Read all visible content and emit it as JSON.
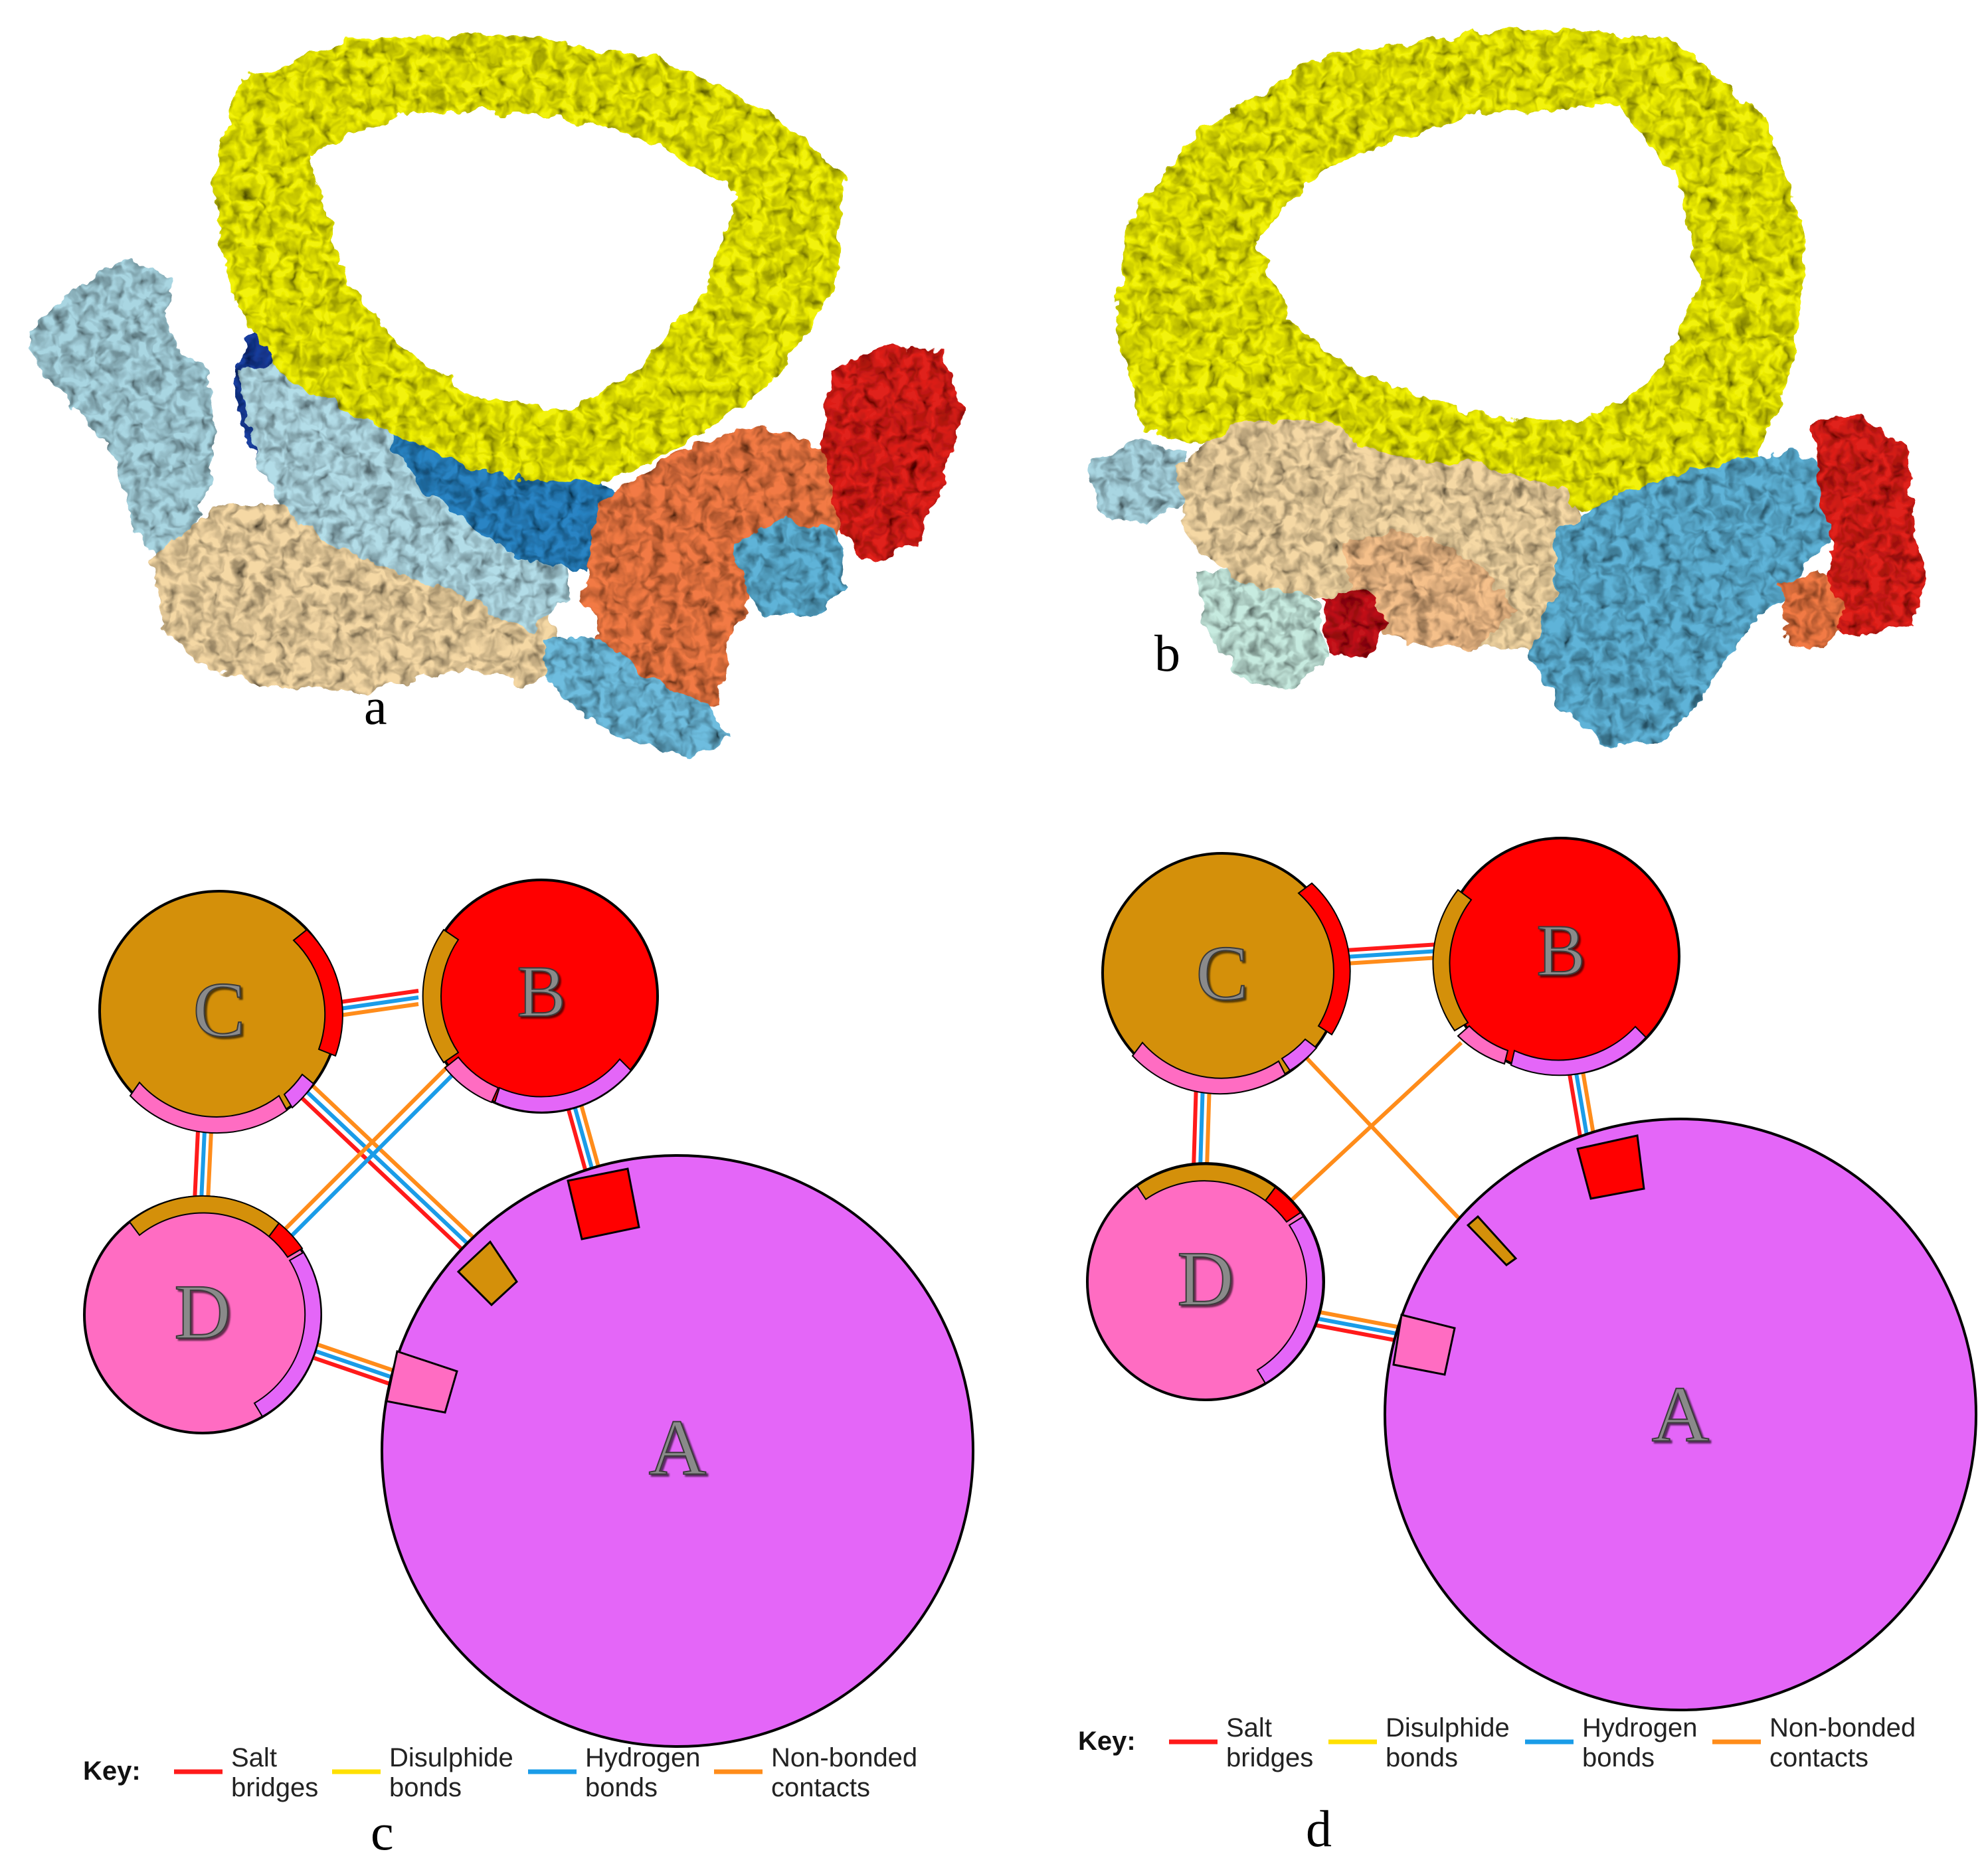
{
  "panels": {
    "a": {
      "label": "a"
    },
    "b": {
      "label": "b"
    },
    "c": {
      "label": "c",
      "chains": {
        "A": "A",
        "B": "B",
        "C": "C",
        "D": "D"
      }
    },
    "d": {
      "label": "d",
      "chains": {
        "A": "A",
        "B": "B",
        "C": "C",
        "D": "D"
      }
    }
  },
  "key": {
    "title": "Key:",
    "items": [
      {
        "line1": "Salt",
        "line2": "bridges",
        "color": "#ff1a1a"
      },
      {
        "line1": "Disulphide",
        "line2": "bonds",
        "color": "#ffe000"
      },
      {
        "line1": "Hydrogen",
        "line2": "bonds",
        "color": "#1a9ce8"
      },
      {
        "line1": "Non-bonded",
        "line2": "contacts",
        "color": "#ff8c1a"
      }
    ]
  },
  "colors": {
    "chain_A": "#e466f8",
    "chain_B": "#ff0000",
    "chain_C": "#d4900a",
    "chain_D": "#ff6cc2",
    "ring": "#f2f20a"
  }
}
